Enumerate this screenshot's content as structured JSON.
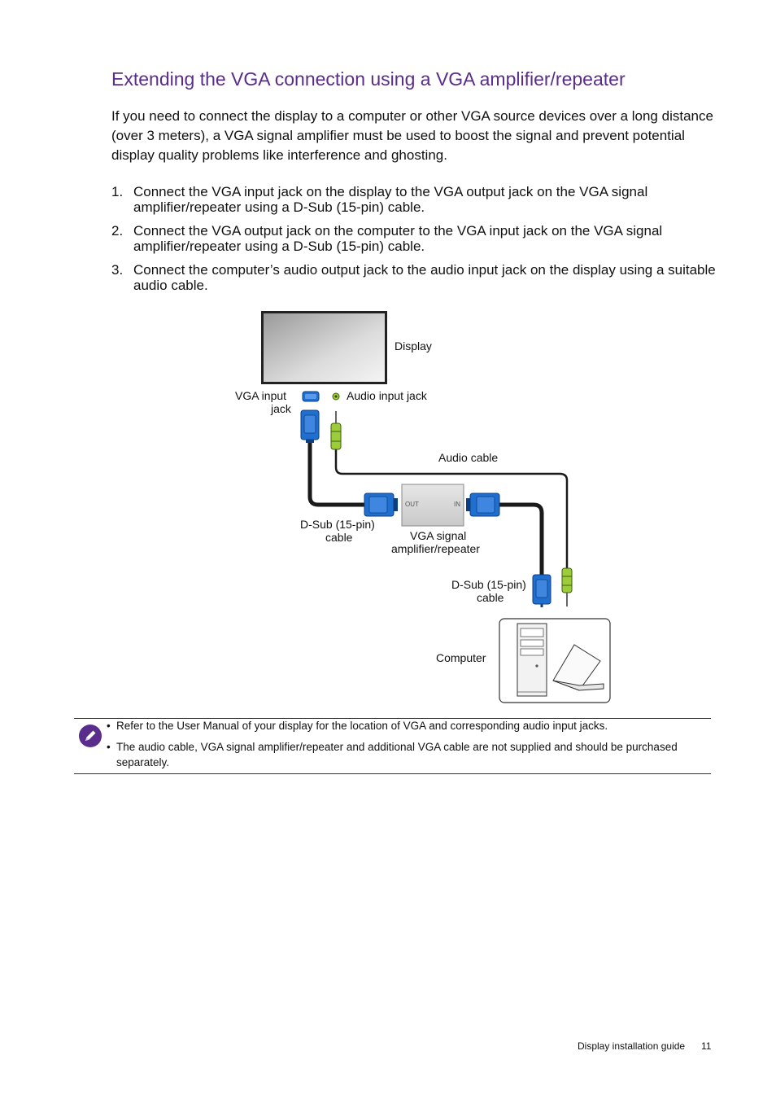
{
  "heading": "Extending the VGA connection using a VGA amplifier/repeater",
  "intro": "If you need to connect the display to a computer or other VGA source devices over a long distance (over 3 meters), a VGA signal amplifier must be used to boost the signal and prevent potential display quality problems like interference and ghosting.",
  "steps": [
    {
      "num": "1.",
      "text": "Connect the VGA input jack on the display to the VGA output jack on the VGA signal amplifier/repeater using a D-Sub (15-pin) cable."
    },
    {
      "num": "2.",
      "text": "Connect the VGA output jack on the computer to the VGA input jack on the VGA signal amplifier/repeater using a D-Sub (15-pin) cable."
    },
    {
      "num": "3.",
      "text": "Connect the computer’s audio output jack to the audio input jack on the display using a suitable audio cable."
    }
  ],
  "diagram": {
    "display": "Display",
    "vga_input_line1": "VGA input",
    "vga_input_line2": "jack",
    "audio_input": "Audio input jack",
    "audio_cable": "Audio cable",
    "dsub_left_line1": "D-Sub (15-pin)",
    "dsub_left_line2": "cable",
    "amp_line1": "VGA signal",
    "amp_line2": "amplifier/repeater",
    "amp_out": "OUT",
    "amp_in": "IN",
    "dsub_right_line1": "D-Sub (15-pin)",
    "dsub_right_line2": "cable",
    "computer": "Computer",
    "colors": {
      "vga_blue": "#1f6fd1",
      "audio_green": "#9ccc3a",
      "cable": "#222222"
    }
  },
  "note": {
    "items": [
      "Refer to the User Manual of your display for the location of VGA and corresponding audio input jacks.",
      "The audio cable, VGA signal amplifier/repeater and additional VGA cable are not supplied and should be purchased separately."
    ],
    "bullet": "•",
    "icon_color": "#5a2d8c"
  },
  "footer": {
    "section": "Display installation guide",
    "page": "11"
  }
}
